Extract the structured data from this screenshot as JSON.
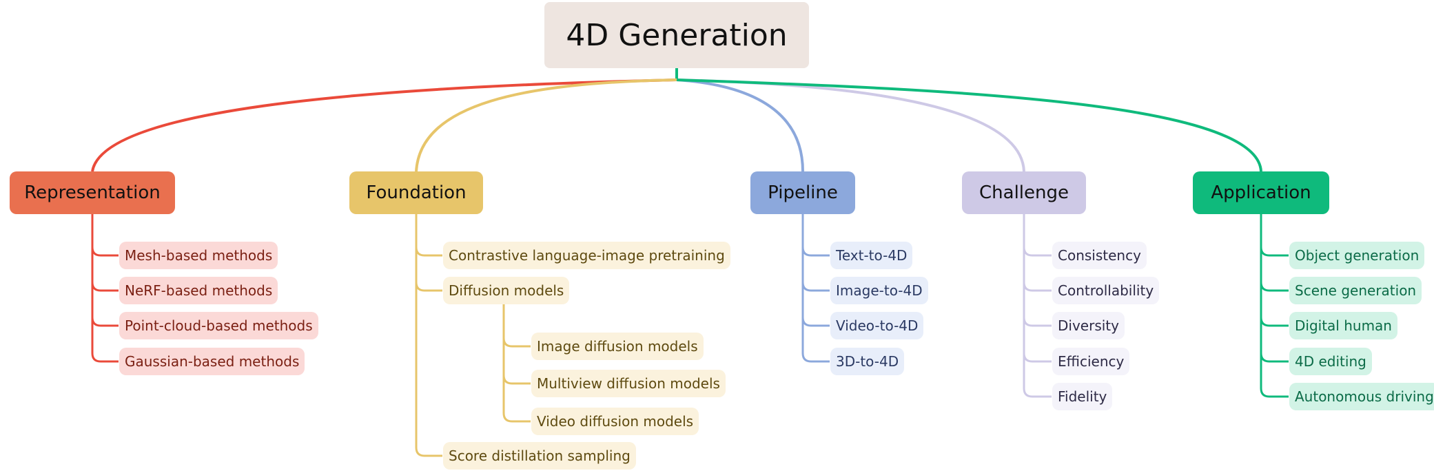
{
  "root": {
    "title": "4D Generation"
  },
  "colors": {
    "representation": "#e9704f",
    "foundation": "#e7c56a",
    "pipeline": "#8ca8dc",
    "challenge": "#cec9e6",
    "application": "#0fba7c"
  },
  "branches": [
    {
      "title": "Representation",
      "items": [
        "Mesh-based methods",
        "NeRF-based methods",
        "Point-cloud-based methods",
        "Gaussian-based methods"
      ]
    },
    {
      "title": "Foundation",
      "items": [
        "Contrastive language-image pretraining",
        "Diffusion models",
        "Score distillation sampling"
      ],
      "subitems": [
        "Image diffusion models",
        "Multiview diffusion models",
        "Video diffusion models"
      ]
    },
    {
      "title": "Pipeline",
      "items": [
        "Text-to-4D",
        "Image-to-4D",
        "Video-to-4D",
        "3D-to-4D"
      ]
    },
    {
      "title": "Challenge",
      "items": [
        "Consistency",
        "Controllability",
        "Diversity",
        "Efficiency",
        "Fidelity"
      ]
    },
    {
      "title": "Application",
      "items": [
        "Object generation",
        "Scene generation",
        "Digital human",
        "4D editing",
        "Autonomous driving"
      ]
    }
  ]
}
